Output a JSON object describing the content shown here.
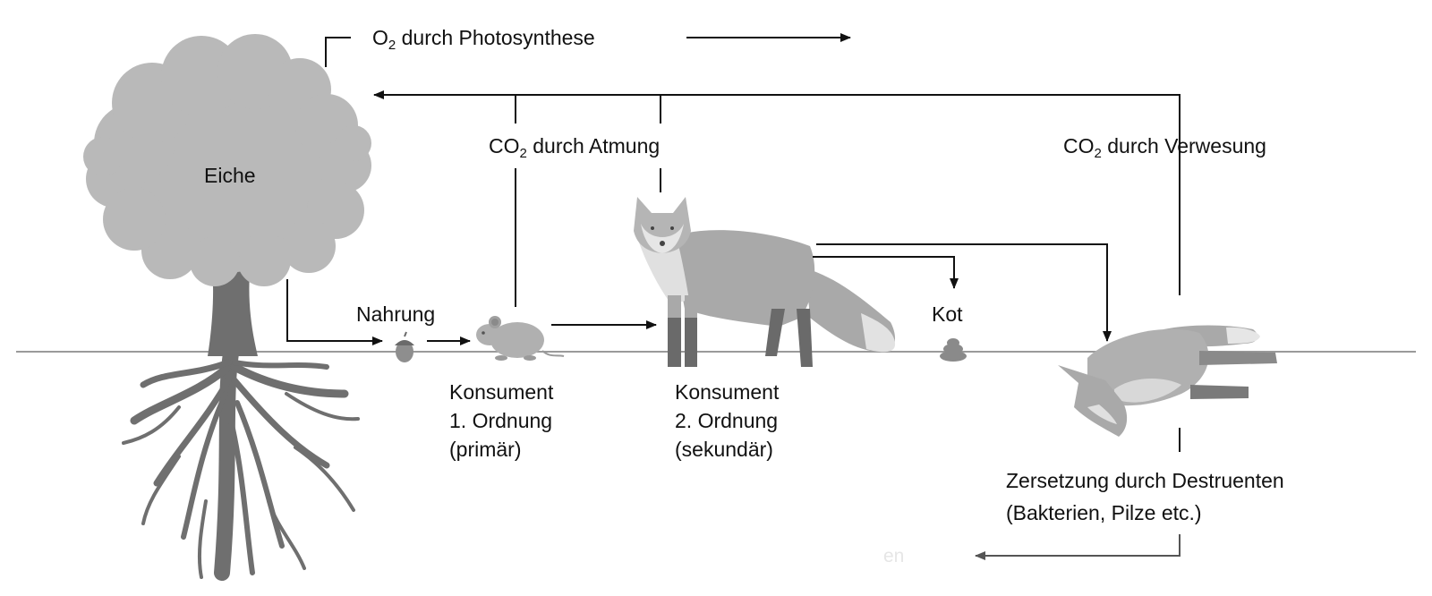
{
  "labels": {
    "o2": {
      "symbol": "O",
      "sub": "2",
      "text": "durch Photosynthese"
    },
    "co2_breath": {
      "symbol": "CO",
      "sub": "2",
      "text": "durch Atmung"
    },
    "co2_decay": {
      "symbol": "CO",
      "sub": "2",
      "text": "durch Verwesung"
    },
    "tree": "Eiche",
    "food": "Nahrung",
    "feces": "Kot",
    "consumer1": [
      "Konsument",
      "1. Ordnung",
      "(primär)"
    ],
    "consumer2": [
      "Konsument",
      "2. Ordnung",
      "(sekundär)"
    ],
    "decomposers": [
      "Zersetzung durch Destruenten",
      "(Bakterien, Pilze etc.)"
    ],
    "faint_text": "en"
  },
  "colors": {
    "line": "#111111",
    "ground": "#9a9a9a",
    "crown": "#b9b9b9",
    "trunk": "#6f6f6f",
    "animal": "#a9a9a9",
    "animal_light": "#d9d9d9",
    "animal_dark": "#6a6a6a"
  }
}
